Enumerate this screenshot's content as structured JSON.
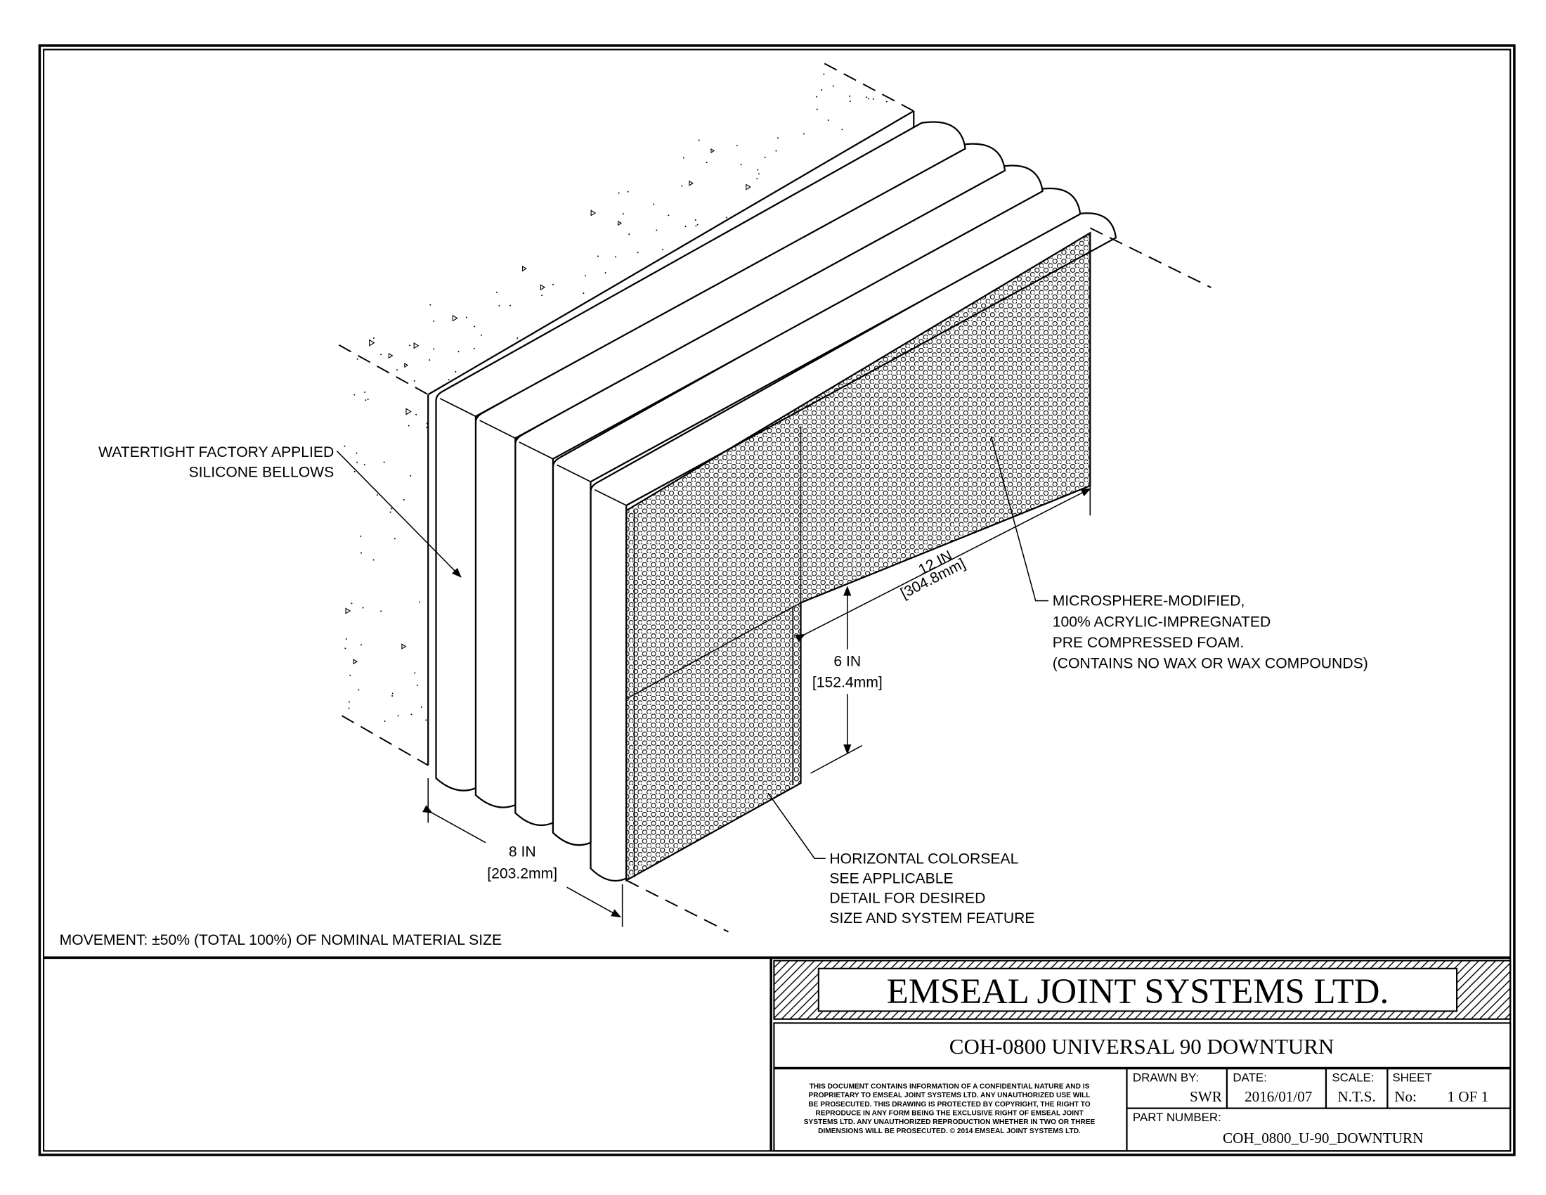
{
  "drawing": {
    "labels": {
      "bellows": [
        "WATERTIGHT FACTORY APPLIED",
        "SILICONE BELLOWS"
      ],
      "foam": [
        "MICROSPHERE-MODIFIED,",
        "100% ACRYLIC-IMPREGNATED",
        "PRE COMPRESSED FOAM.",
        "(CONTAINS NO WAX OR WAX COMPOUNDS)"
      ],
      "colorseal": [
        "HORIZONTAL COLORSEAL",
        "SEE APPLICABLE",
        "DETAIL FOR DESIRED",
        "SIZE AND SYSTEM FEATURE"
      ],
      "movement": "MOVEMENT: ±50% (TOTAL 100%) OF NOMINAL MATERIAL SIZE"
    },
    "dimensions": {
      "length": {
        "imperial": "12 IN",
        "metric": "[304.8mm]"
      },
      "height": {
        "imperial": "6 IN",
        "metric": "[152.4mm]"
      },
      "width": {
        "imperial": "8 IN",
        "metric": "[203.2mm]"
      }
    }
  },
  "title_block": {
    "company": "EMSEAL JOINT SYSTEMS LTD.",
    "title": "COH-0800 UNIVERSAL 90 DOWNTURN",
    "disclaimer": [
      "THIS DOCUMENT CONTAINS INFORMATION OF A CONFIDENTIAL NATURE AND IS",
      "PROPRIETARY TO EMSEAL JOINT SYSTEMS LTD. ANY UNAUTHORIZED USE WILL",
      "BE PROSECUTED. THIS DRAWING IS PROTECTED BY COPYRIGHT, THE RIGHT TO",
      "REPRODUCE IN ANY FORM BEING THE EXCLUSIVE RIGHT OF EMSEAL JOINT",
      "SYSTEMS LTD. ANY UNAUTHORIZED REPRODUCTION WHETHER IN TWO OR THREE",
      "DIMENSIONS WILL BE PROSECUTED. © 2014 EMSEAL JOINT SYSTEMS LTD."
    ],
    "drawn_by_label": "DRAWN BY:",
    "drawn_by": "SWR",
    "date_label": "DATE:",
    "date": "2016/01/07",
    "scale_label": "SCALE:",
    "scale": "N.T.S.",
    "sheet_label": "SHEET",
    "sheet_no_label": "No:",
    "sheet": "1 OF 1",
    "part_number_label": "PART NUMBER:",
    "part_number": "COH_0800_U-90_DOWNTURN"
  }
}
